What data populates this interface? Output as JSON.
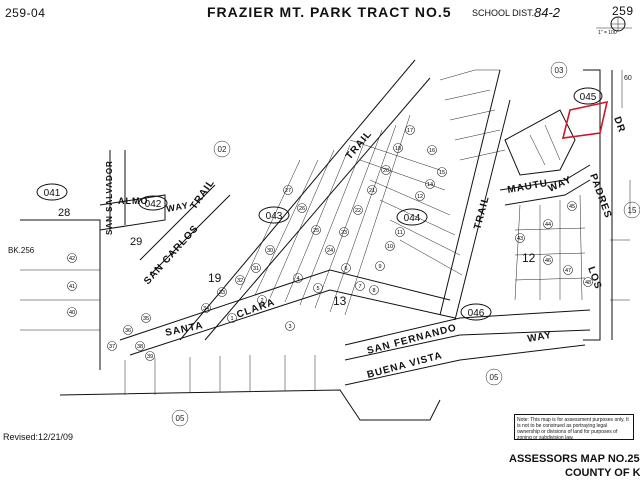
{
  "header": {
    "page_code_left": "259-04",
    "title": "FRAZIER MT. PARK TRACT NO.5",
    "school_dist_label": "SCHOOL DIST.",
    "school_dist_value": "84-2",
    "page_code_right": "259",
    "scale_text": "1\" = 100'"
  },
  "roads": [
    {
      "id": "trail-upper",
      "label": "TRAIL"
    },
    {
      "id": "trail-right",
      "label": "TRAIL"
    },
    {
      "id": "trail-left",
      "label": "TRAIL"
    },
    {
      "id": "san-carlos",
      "label": "SAN CARLOS"
    },
    {
      "id": "san-salvador",
      "label": "SAN SALVADOR"
    },
    {
      "id": "almo",
      "label": "ALMO"
    },
    {
      "id": "way-top",
      "label": "WAY"
    },
    {
      "id": "santa",
      "label": "SANTA"
    },
    {
      "id": "clara",
      "label": "CLARA"
    },
    {
      "id": "san-fernando",
      "label": "SAN FERNANDO"
    },
    {
      "id": "buena-vista",
      "label": "BUENA VISTA"
    },
    {
      "id": "way-bottom",
      "label": "WAY"
    },
    {
      "id": "mautu",
      "label": "MAUTU"
    },
    {
      "id": "way-mautu",
      "label": "WAY"
    },
    {
      "id": "los",
      "label": "LOS"
    },
    {
      "id": "padres",
      "label": "PADRES"
    },
    {
      "id": "dr",
      "label": "DR"
    }
  ],
  "parcel_bubbles": [
    {
      "id": "041",
      "label": "041"
    },
    {
      "id": "042",
      "label": "042"
    },
    {
      "id": "043",
      "label": "043"
    },
    {
      "id": "044",
      "label": "044"
    },
    {
      "id": "045",
      "label": "045"
    },
    {
      "id": "046",
      "label": "046"
    },
    {
      "id": "bk256",
      "label": "BK.256"
    },
    {
      "id": "02",
      "label": "02"
    },
    {
      "id": "03",
      "label": "03"
    },
    {
      "id": "05a",
      "label": "05"
    },
    {
      "id": "05b",
      "label": "05"
    },
    {
      "id": "15",
      "label": "15"
    }
  ],
  "block_numbers": [
    {
      "id": "b28",
      "label": "28"
    },
    {
      "id": "b29",
      "label": "29"
    },
    {
      "id": "b19",
      "label": "19"
    },
    {
      "id": "b13",
      "label": "13"
    },
    {
      "id": "b12",
      "label": "12"
    },
    {
      "id": "b60",
      "label": "60"
    }
  ],
  "lot_numbers": [
    "1",
    "2",
    "3",
    "4",
    "5",
    "6",
    "7",
    "8",
    "9",
    "10",
    "11",
    "12",
    "14",
    "15",
    "16",
    "17",
    "18",
    "20",
    "21",
    "22",
    "23",
    "24",
    "25",
    "26",
    "27",
    "30",
    "31",
    "32",
    "33",
    "34",
    "35",
    "36",
    "37",
    "38",
    "39",
    "40",
    "41",
    "42",
    "43",
    "44",
    "45",
    "46",
    "47",
    "48"
  ],
  "footer": {
    "revised": "Revised:12/21/09",
    "assessors_map": "ASSESSORS MAP NO.25",
    "county": "COUNTY OF KER",
    "note": "Note: This map is for assessment purposes only. It is not to be construed as portraying legal ownership or divisions of land for purposes of zoning or subdivision law."
  },
  "colors": {
    "highlight": "#d0152a",
    "ink": "#111111"
  }
}
